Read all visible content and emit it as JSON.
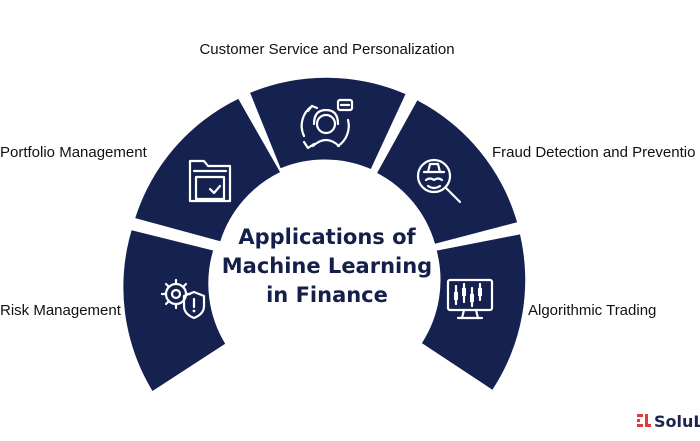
{
  "center": {
    "title_lines": [
      "Applications of",
      "Machine Learning",
      "in Finance"
    ]
  },
  "segments": [
    {
      "label": "Risk Management",
      "icon": "gear-shield-icon"
    },
    {
      "label": "Portfolio Management",
      "icon": "folder-check-icon"
    },
    {
      "label": "Customer Service and Personalization",
      "icon": "support-agent-icon"
    },
    {
      "label": "Fraud Detection and Preventio",
      "icon": "magnifier-incognito-icon"
    },
    {
      "label": "Algorithmic Trading",
      "icon": "monitor-candlestick-icon"
    }
  ],
  "brand": {
    "text": "SoluL",
    "icon": "solulab-logo-icon"
  },
  "colors": {
    "segment": "#15224f",
    "divider": "#ffffff",
    "title": "#14204a",
    "label": "#111111"
  }
}
